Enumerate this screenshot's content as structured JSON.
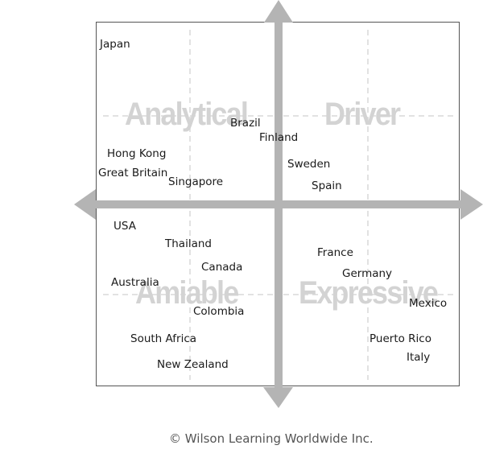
{
  "diagram": {
    "type": "quadrant",
    "quadrants": {
      "top_left": "Analytical",
      "top_right": "Driver",
      "bottom_left": "Amiable",
      "bottom_right": "Expressive"
    },
    "colors": {
      "axis": "#b4b4b4",
      "quadrant_label": "#d3d3d3",
      "gridline": "#d8d8d8",
      "border": "#555555",
      "text": "#1a1a1a"
    },
    "countries": [
      {
        "name": "Japan",
        "quadrant": "Analytical"
      },
      {
        "name": "Brazil",
        "quadrant": "Analytical"
      },
      {
        "name": "Finland",
        "quadrant": "Analytical"
      },
      {
        "name": "Hong Kong",
        "quadrant": "Analytical"
      },
      {
        "name": "Great Britain",
        "quadrant": "Analytical"
      },
      {
        "name": "Singapore",
        "quadrant": "Analytical"
      },
      {
        "name": "Sweden",
        "quadrant": "Driver"
      },
      {
        "name": "Spain",
        "quadrant": "Driver"
      },
      {
        "name": "USA",
        "quadrant": "Amiable"
      },
      {
        "name": "Thailand",
        "quadrant": "Amiable"
      },
      {
        "name": "Canada",
        "quadrant": "Amiable"
      },
      {
        "name": "Australia",
        "quadrant": "Amiable"
      },
      {
        "name": "Colombia",
        "quadrant": "Amiable"
      },
      {
        "name": "South Africa",
        "quadrant": "Amiable"
      },
      {
        "name": "New Zealand",
        "quadrant": "Amiable"
      },
      {
        "name": "France",
        "quadrant": "Expressive"
      },
      {
        "name": "Germany",
        "quadrant": "Expressive"
      },
      {
        "name": "Mexico",
        "quadrant": "Expressive"
      },
      {
        "name": "Puerto Rico",
        "quadrant": "Expressive"
      },
      {
        "name": "Italy",
        "quadrant": "Expressive"
      }
    ]
  },
  "footer": {
    "copyright": "© Wilson Learning Worldwide Inc."
  }
}
